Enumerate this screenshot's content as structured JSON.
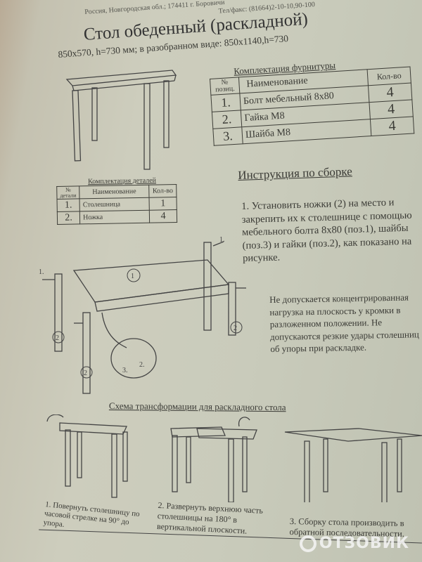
{
  "header": {
    "address": "Россия, Новгородская обл.; 174411 г. Боровичи",
    "phone": "Тел/факс: (81664)2-10-10,90-100",
    "title": "Стол обеденный (раскладной)",
    "dimensions": "850x570, h=730 мм; в разобранном виде: 850x1140,h=730"
  },
  "hardware_table": {
    "caption": "Комплектация фурнитуры",
    "headers": [
      "№ позиц.",
      "Наименование",
      "Кол-во"
    ],
    "rows": [
      [
        "1.",
        "Болт мебельный 8x80",
        "4"
      ],
      [
        "2.",
        "Гайка М8",
        "4"
      ],
      [
        "3.",
        "Шайба М8",
        "4"
      ]
    ]
  },
  "parts_table": {
    "caption": "Комплектация деталей",
    "headers": [
      "№ детали",
      "Наименование",
      "Кол-во"
    ],
    "rows": [
      [
        "1.",
        "Столешница",
        "1"
      ],
      [
        "2.",
        "Ножка",
        "4"
      ]
    ]
  },
  "instructions": {
    "heading": "Инструкция по сборке",
    "step1": "1. Установить ножки (2) на место и закрепить их к столешнице с помощью мебельного болта 8x80 (поз.1), шайбы (поз.3) и гайки (поз.2), как показано на рисунке.",
    "warning": "Не допускается концентрированная нагрузка на плоскость у кромки в разложенном положении. Не допускаются резкие удары столешниц об упоры при раскладке."
  },
  "diagram_labels": {
    "top": "1",
    "leg": "2",
    "bolt": "1.",
    "nut": "2.",
    "washer": "3."
  },
  "schema": {
    "heading": "Схема трансформации для раскладного стола",
    "steps": [
      "1. Повернуть столешницу по часовой стрелке на 90° до упора.",
      "2. Развернуть верхнюю часть столешницы на 180° в вертикальной плоскости.",
      "3. Сборку стола производить в обратной последовательности."
    ]
  },
  "watermark": "ОТЗОВИК"
}
